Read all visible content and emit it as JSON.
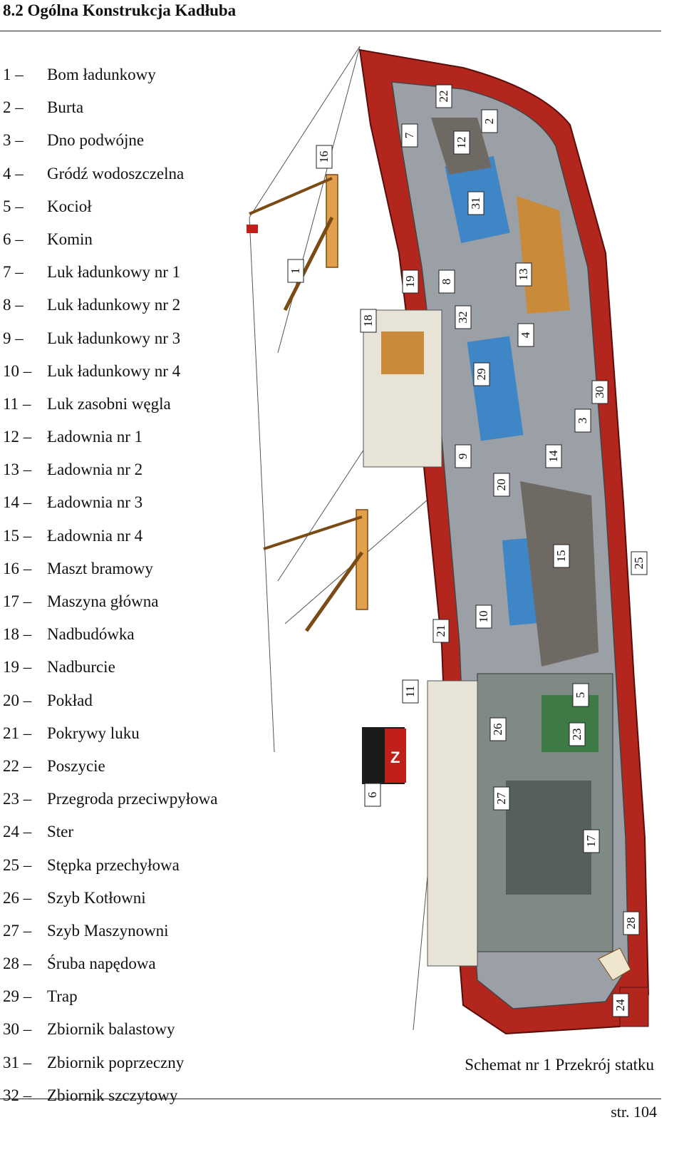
{
  "header": {
    "title": "8.2 Ogólna Konstrukcja Kadłuba"
  },
  "legend": [
    {
      "num": "1 –",
      "label": "Bom ładunkowy"
    },
    {
      "num": "2 –",
      "label": "Burta"
    },
    {
      "num": "3 –",
      "label": "Dno podwójne"
    },
    {
      "num": "4 –",
      "label": "Gródź wodoszczelna"
    },
    {
      "num": "5 –",
      "label": "Kocioł"
    },
    {
      "num": "6 –",
      "label": "Komin"
    },
    {
      "num": "7 –",
      "label": "Luk ładunkowy nr 1"
    },
    {
      "num": "8 –",
      "label": "Luk ładunkowy nr 2"
    },
    {
      "num": "9 –",
      "label": "Luk ładunkowy nr 3"
    },
    {
      "num": "10 –",
      "label": "Luk ładunkowy nr 4"
    },
    {
      "num": "11 –",
      "label": "Luk zasobni węgla"
    },
    {
      "num": "12 –",
      "label": "Ładownia nr 1"
    },
    {
      "num": "13 –",
      "label": "Ładownia nr 2"
    },
    {
      "num": "14 –",
      "label": "Ładownia nr 3"
    },
    {
      "num": "15 –",
      "label": "Ładownia nr 4"
    },
    {
      "num": "16 –",
      "label": "Maszt bramowy"
    },
    {
      "num": "17 –",
      "label": "Maszyna główna"
    },
    {
      "num": "18 –",
      "label": "Nadbudówka"
    },
    {
      "num": "19 –",
      "label": "Nadburcie"
    },
    {
      "num": "20 –",
      "label": "Pokład"
    },
    {
      "num": "21 –",
      "label": "Pokrywy luku"
    },
    {
      "num": "22 –",
      "label": "Poszycie"
    },
    {
      "num": "23 –",
      "label": "Przegroda przeciwpyłowa"
    },
    {
      "num": "24 –",
      "label": "Ster"
    },
    {
      "num": "25 –",
      "label": "Stępka przechyłowa"
    },
    {
      "num": "26 –",
      "label": "Szyb Kotłowni"
    },
    {
      "num": "27 –",
      "label": "Szyb Maszynowni"
    },
    {
      "num": "28 –",
      "label": "Śruba napędowa"
    },
    {
      "num": "29 –",
      "label": "Trap"
    },
    {
      "num": "30 –",
      "label": "Zbiornik balastowy"
    },
    {
      "num": "31 –",
      "label": "Zbiornik poprzeczny"
    },
    {
      "num": "32 –",
      "label": "Zbiornik szczytowy"
    }
  ],
  "figure": {
    "caption": "Schemat nr 1 Przekrój statku",
    "funnel_letter": "Z",
    "tags": [
      "22",
      "2",
      "16",
      "7",
      "12",
      "31",
      "1",
      "19",
      "8",
      "13",
      "18",
      "32",
      "4",
      "29",
      "30",
      "3",
      "9",
      "14",
      "20",
      "15",
      "25",
      "21",
      "10",
      "11",
      "5",
      "26",
      "23",
      "6",
      "27",
      "17",
      "28",
      "24"
    ],
    "colors": {
      "hull": "#b3261e",
      "hull_dark": "#7a140f",
      "deck": "#8d9296",
      "hold_blue": "#3f86c6",
      "wood": "#c98a3a",
      "coal": "#6e6a63"
    }
  },
  "footer": {
    "page": "str. 104"
  }
}
